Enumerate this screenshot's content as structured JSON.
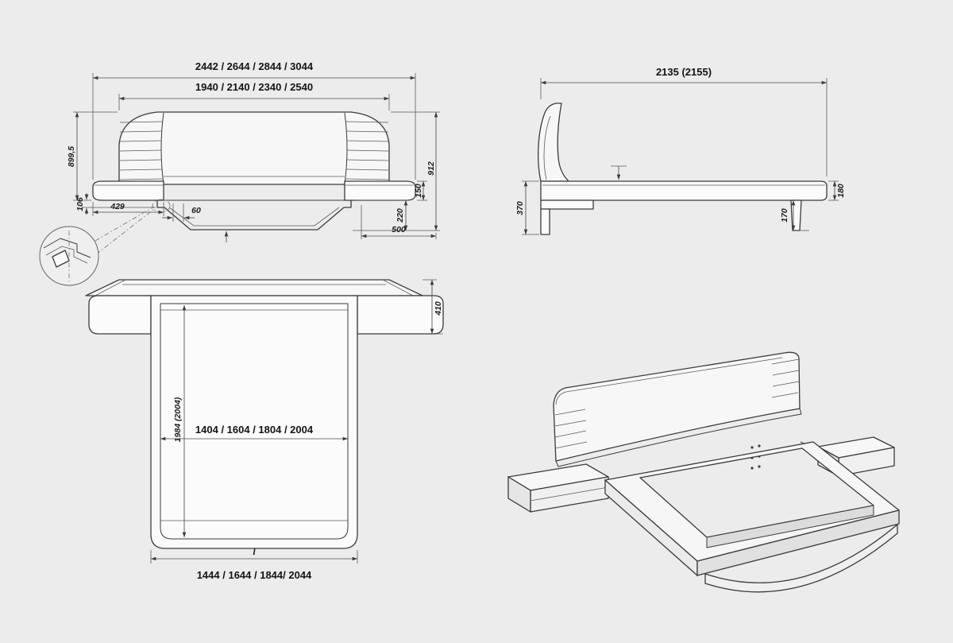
{
  "colors": {
    "background": "#ececec",
    "line": "#3b3b3b",
    "text": "#141414"
  },
  "front": {
    "overall": "2442 / 2644 / 2844 / 3044",
    "inner": "1940 / 2140 / 2340 / 2540",
    "h_left": "899,5",
    "h_right": "912",
    "d150": "150",
    "d220": "220",
    "d500": "500",
    "d106": "106",
    "d429": "429",
    "d60": "60"
  },
  "side": {
    "length": "2135 (2155)",
    "d370": "370",
    "d180": "180",
    "d170": "170"
  },
  "plan": {
    "d410": "410",
    "inner_length": "1984 (2004)",
    "inner_widths": "1404 / 1604  / 1804 / 2004",
    "outer_widths": "1444 / 1644  / 1844/ 2044",
    "l": "l"
  }
}
